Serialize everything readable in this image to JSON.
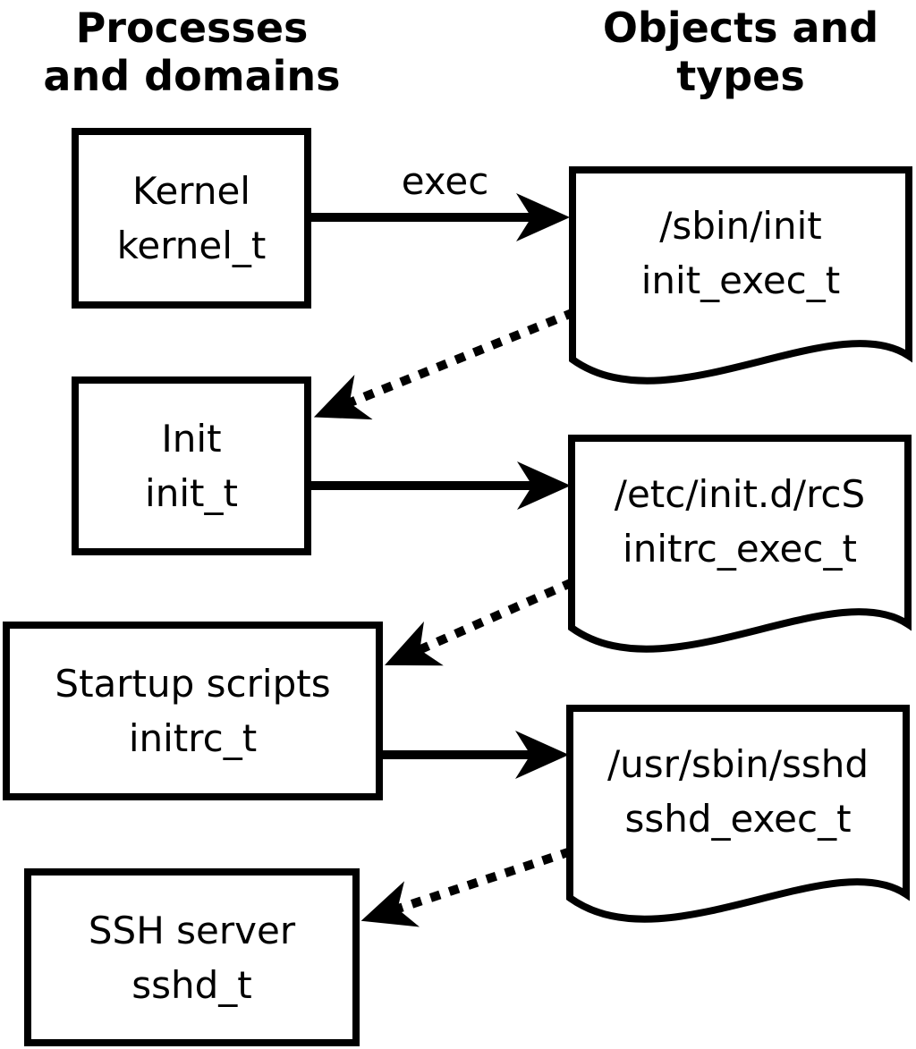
{
  "columns": {
    "left": {
      "line1": "Processes",
      "line2": "and domains"
    },
    "right": {
      "line1": "Objects and",
      "line2": "types"
    }
  },
  "processes": [
    {
      "name": "Kernel",
      "domain": "kernel_t"
    },
    {
      "name": "Init",
      "domain": "init_t"
    },
    {
      "name": "Startup scripts",
      "domain": "initrc_t"
    },
    {
      "name": "SSH server",
      "domain": "sshd_t"
    }
  ],
  "objects": [
    {
      "path": "/sbin/init",
      "type": "init_exec_t"
    },
    {
      "path": "/etc/init.d/rcS",
      "type": "initrc_exec_t"
    },
    {
      "path": "/usr/sbin/sshd",
      "type": "sshd_exec_t"
    }
  ],
  "edges": [
    {
      "from": "kernel_t",
      "to": "init_exec_t",
      "style": "solid",
      "label": "exec"
    },
    {
      "from": "init_exec_t",
      "to": "init_t",
      "style": "dotted",
      "label": ""
    },
    {
      "from": "init_t",
      "to": "initrc_exec_t",
      "style": "solid",
      "label": ""
    },
    {
      "from": "initrc_exec_t",
      "to": "initrc_t",
      "style": "dotted",
      "label": ""
    },
    {
      "from": "initrc_t",
      "to": "sshd_exec_t",
      "style": "solid",
      "label": ""
    },
    {
      "from": "sshd_exec_t",
      "to": "sshd_t",
      "style": "dotted",
      "label": ""
    }
  ],
  "colors": {
    "line": "#000000",
    "fill": "#ffffff"
  }
}
